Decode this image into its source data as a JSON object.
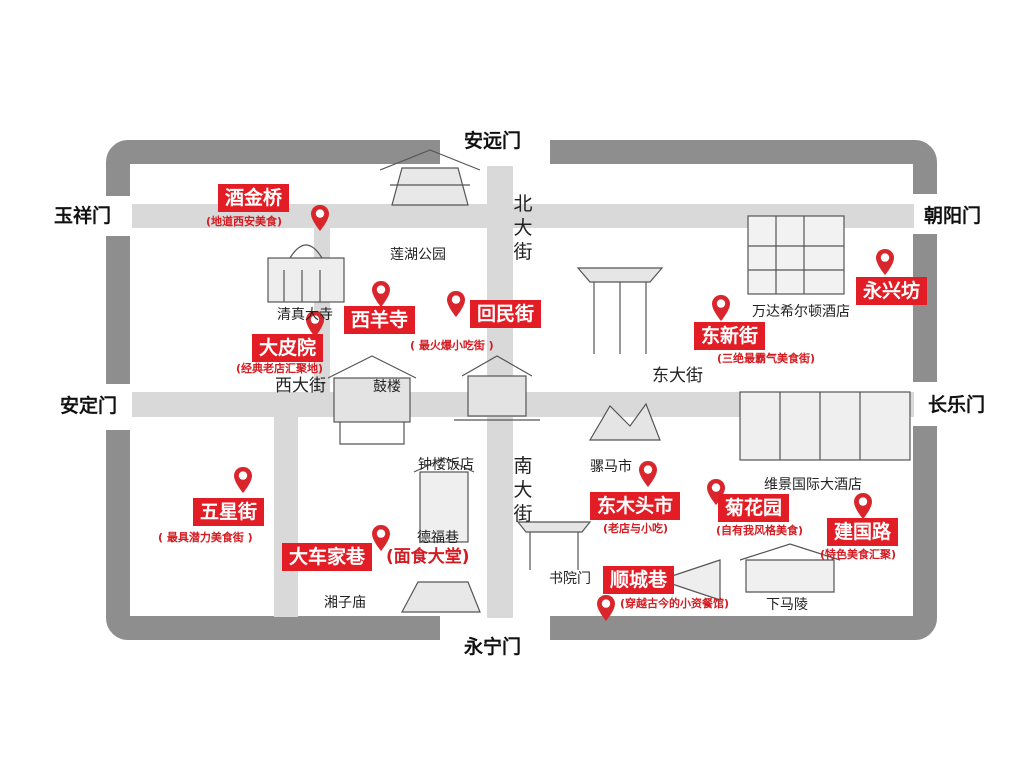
{
  "gates": {
    "north": "安远门",
    "south": "永宁门",
    "west_upper": "玉祥门",
    "west_mid": "安定门",
    "east_upper": "朝阳门",
    "east_mid": "长乐门"
  },
  "roads": {
    "north": "北大街",
    "south": "南大街",
    "east": "东大街",
    "west": "西大街"
  },
  "landmarks": {
    "lianhu_park": "莲湖公园",
    "qingzhen_si": "清真大寺",
    "gulou": "鼓楼",
    "wanda_hilton": "万达希尔顿酒店",
    "zhonglou_hotel": "钟楼饭店",
    "dexiang": "德福巷",
    "luomashi": "骡马市",
    "weijing_hotel": "维景国际大酒店",
    "shuyuanmen": "书院门",
    "xiangzimiao": "湘子庙",
    "xiamaling": "下马陵"
  },
  "food_spots": {
    "jiujinqiao": {
      "name": "酒金桥",
      "desc": "(地道西安美食)"
    },
    "xiyangsi": {
      "name": "西羊寺",
      "desc": ""
    },
    "huiminjie": {
      "name": "回民街",
      "desc": "( 最火爆小吃街 )"
    },
    "dapiyuan": {
      "name": "大皮院",
      "desc": "(经典老店汇聚地)"
    },
    "dongxinjie": {
      "name": "东新街",
      "desc": "(三绝最霸气美食街)"
    },
    "yongxingfang": {
      "name": "永兴坊",
      "desc": ""
    },
    "wuxingjie": {
      "name": "五星街",
      "desc": "( 最具潜力美食街 )"
    },
    "dachejiaxiang": {
      "name": "大车家巷",
      "desc": "(面食大堂)"
    },
    "dongmutoushi": {
      "name": "东木头市",
      "desc": "(老店与小吃)"
    },
    "juhuayuan": {
      "name": "菊花园",
      "desc": "(自有我风格美食)"
    },
    "jianguolu": {
      "name": "建国路",
      "desc": "(特色美食汇聚)"
    },
    "shunchengxiang": {
      "name": "顺城巷",
      "desc": "(穿越古今的小资餐馆)"
    }
  },
  "colors": {
    "wall": "#8e8e8e",
    "road": "#d9d9d9",
    "label_red": "#e21d25",
    "pin_red": "#d9262c"
  },
  "icons": {
    "pin": "map-pin-icon",
    "building": "building-sketch-icon"
  }
}
